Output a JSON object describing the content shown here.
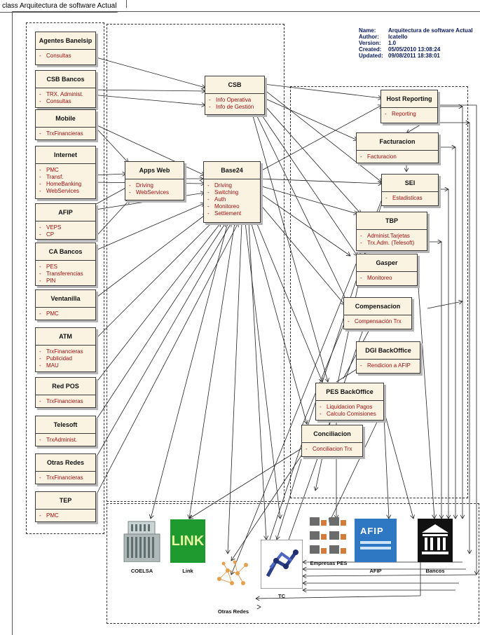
{
  "frame_title": "class Arquitectura de software Actual",
  "metadata": [
    {
      "key": "Name:",
      "value": "Arquitectura de software Actual"
    },
    {
      "key": "Author:",
      "value": "lcatello"
    },
    {
      "key": "Version:",
      "value": "1.0"
    },
    {
      "key": "Created:",
      "value": "05/05/2010 13:08:24"
    },
    {
      "key": "Updated:",
      "value": "09/08/2011 18:38:01"
    }
  ],
  "classes": {
    "agentes": {
      "name": "Agentes Banelsip",
      "ops": [
        "Consultas"
      ]
    },
    "csb_bancos": {
      "name": "CSB Bancos",
      "ops": [
        "TRX. Administ.",
        "Consultas"
      ]
    },
    "mobile": {
      "name": "Mobile",
      "ops": [
        "TrxFinancieras"
      ]
    },
    "internet": {
      "name": "Internet",
      "ops": [
        "PMC",
        "Transf.",
        "HomeBanking",
        "WebServices"
      ]
    },
    "afip_src": {
      "name": "AFIP",
      "ops": [
        "VEPS",
        "CP"
      ]
    },
    "ca_bancos": {
      "name": "CA Bancos",
      "ops": [
        "PES",
        "Transferencias",
        "PIN"
      ]
    },
    "ventanilla": {
      "name": "Ventanilla",
      "ops": [
        "PMC"
      ]
    },
    "atm": {
      "name": "ATM",
      "ops": [
        "TrxFinancieras",
        "Publicidad",
        "MAU"
      ]
    },
    "red_pos": {
      "name": "Red POS",
      "ops": [
        "TrxFinancieras"
      ]
    },
    "telesoft": {
      "name": "Telesoft",
      "ops": [
        "TrxAdminist."
      ]
    },
    "otras_redes_src": {
      "name": "Otras Redes",
      "ops": [
        "TrxFinancieras"
      ]
    },
    "tep": {
      "name": "TEP",
      "ops": [
        "PMC"
      ]
    },
    "apps_web": {
      "name": "Apps Web",
      "ops": [
        "Driving",
        "WebServices"
      ]
    },
    "csb": {
      "name": "CSB",
      "ops": [
        "Info Operativa",
        "Info de Gestión"
      ]
    },
    "base24": {
      "name": "Base24",
      "ops": [
        "Driving",
        "Switching",
        "Auth",
        "Monitoreo",
        "Settlement"
      ]
    },
    "host_reporting": {
      "name": "Host Reporting",
      "ops": [
        "Reporting"
      ]
    },
    "facturacion": {
      "name": "Facturacion",
      "ops": [
        "Facturacion"
      ]
    },
    "sei": {
      "name": "SEI",
      "ops": [
        "Estadisticas"
      ]
    },
    "tbp": {
      "name": "TBP",
      "ops": [
        "Administ.Tarjetas",
        "Trx.Adm. (Telesoft)"
      ]
    },
    "gasper": {
      "name": "Gasper",
      "ops": [
        "Monitoreo"
      ]
    },
    "compensacion": {
      "name": "Compensacion",
      "ops": [
        "Compensación Trx"
      ]
    },
    "dgi_backoffice": {
      "name": "DGI BackOffice",
      "ops": [
        "Rendicion a AFIP"
      ]
    },
    "pes_backoffice": {
      "name": "PES BackOffice",
      "ops": [
        "Liquidacion Pagos",
        "Calculo Comisiones"
      ]
    },
    "conciliacion": {
      "name": "Conciliacion",
      "ops": [
        "Conciliacion Trx"
      ]
    }
  },
  "externals": {
    "coelsa": "COELSA",
    "link": "Link",
    "link_logo": "LINK",
    "otras_redes": "Otras Redes",
    "tc": "TC",
    "empresas_pes": "Empresas PES",
    "afip": "AFIP",
    "afip_logo": "AFIP",
    "bancos": "Bancos"
  },
  "colors": {
    "class_fill": "#fbf3e2",
    "operation_text": "#a01010",
    "meta_text": "#0a1a5c",
    "link_green": "#1f9a2e",
    "afip_blue": "#2e78c3"
  }
}
